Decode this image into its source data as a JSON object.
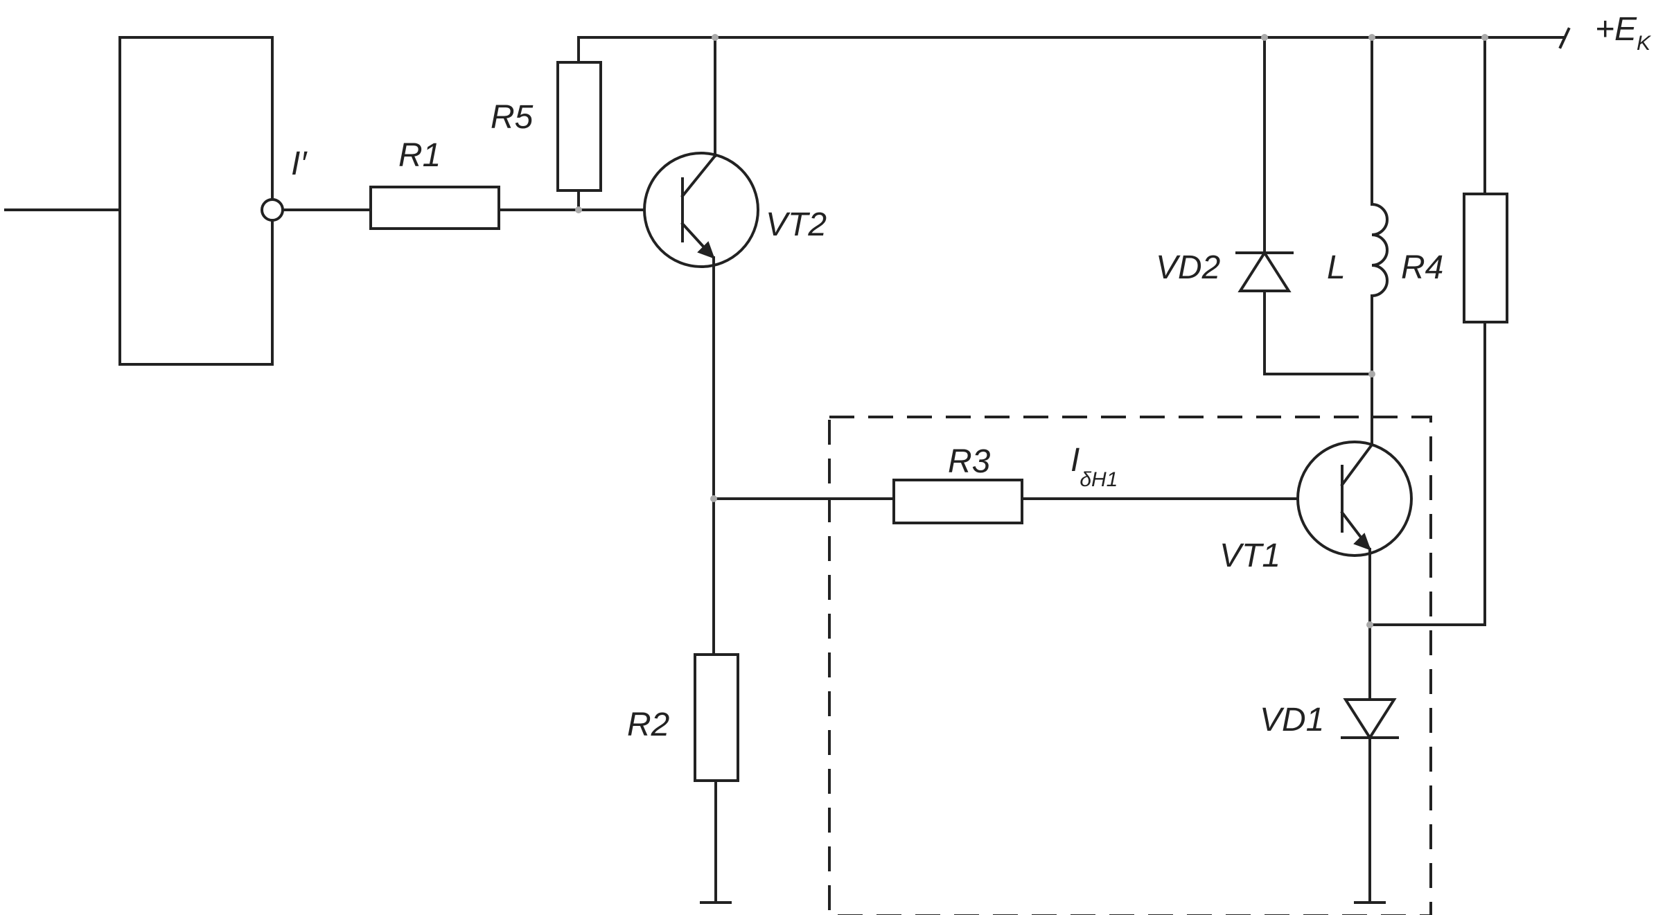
{
  "labels": {
    "r1": "R1",
    "r2": "R2",
    "r3": "R3",
    "r4": "R4",
    "r5": "R5",
    "vt1": "VT1",
    "vt2": "VT2",
    "vd1": "VD1",
    "vd2": "VD2",
    "inductor": "L",
    "input_current": "I′",
    "base_current_main": "I",
    "base_current_sub": "δH1",
    "supply_plus": "+E",
    "supply_sub": "K"
  },
  "colors": {
    "line": "#222222",
    "junction": "#aaaaaa",
    "background": "#ffffff"
  }
}
